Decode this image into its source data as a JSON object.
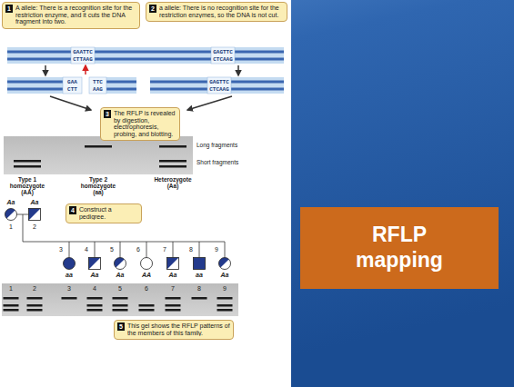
{
  "diagram": {
    "nodes": [
      {
        "text": [
          "1",
          "A allele: There is a recognition site for the restriction enzyme, and it cuts the DNA fragment into two."
        ]
      },
      {
        "text": [
          "2",
          "a allele: There is no recognition site for the restriction enzymes, so the DNA is not cut."
        ]
      },
      {
        "text": [
          "3",
          "The RFLP is revealed by digestion, electrophoresis, probing, and blotting."
        ]
      },
      {
        "text": [
          "4",
          "Construct a pedigree."
        ]
      },
      {
        "text": [
          "5",
          "This gel shows the RFLP patterns of the members of this family."
        ]
      },
      {
        "text": [
          "RFLP mapping"
        ]
      }
    ],
    "labels": [
      "GAATTC",
      "CTTAAG",
      "GAGTTC",
      "CTCAAG",
      "GAA",
      "CTT",
      "TTC",
      "AAG",
      "GAGTTC",
      "CTCAAG",
      "Long fragments",
      "Short fragments",
      "Type 1 homozygote (AA)",
      "Type 2 homozygote (aa)",
      "Heterozygote (Aa)",
      "Aa",
      "Aa",
      "1",
      "2",
      "3",
      "4",
      "5",
      "6",
      "7",
      "8",
      "9",
      "aa",
      "Aa",
      "Aa",
      "AA",
      "Aa",
      "aa",
      "Aa",
      "1",
      "2",
      "3",
      "4",
      "5",
      "6",
      "7",
      "8",
      "9"
    ]
  }
}
